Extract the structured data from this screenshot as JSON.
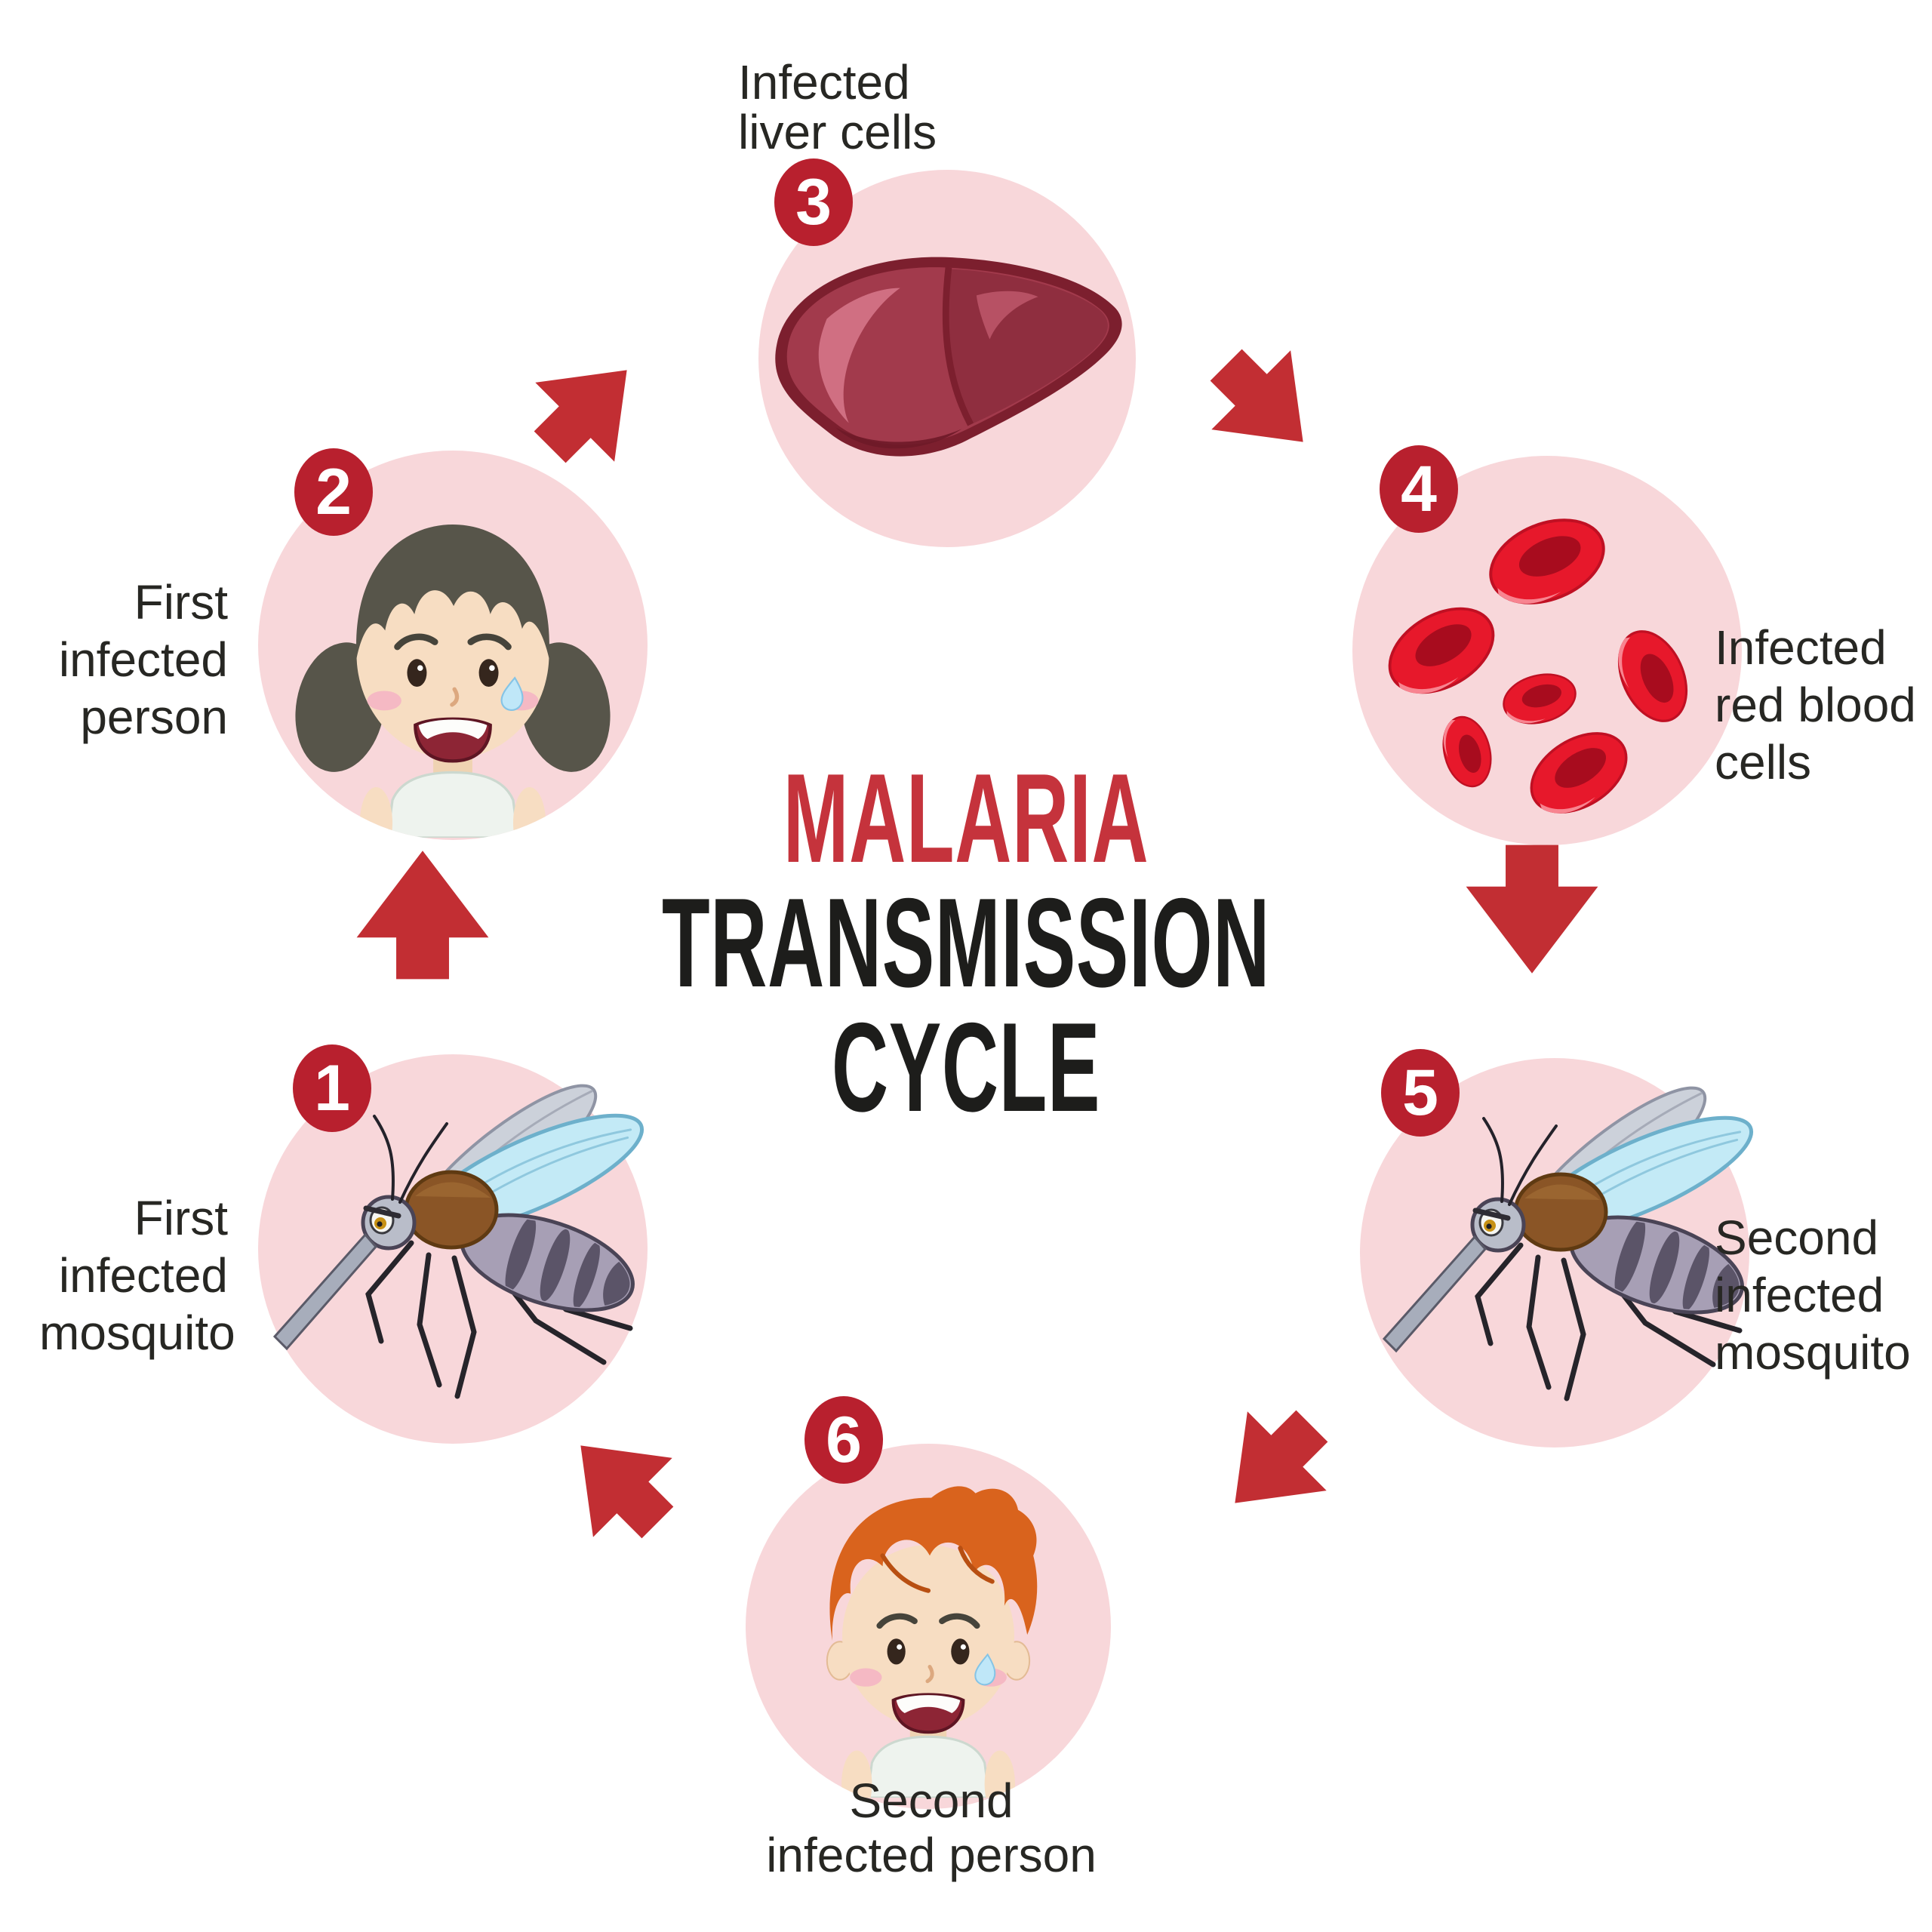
{
  "title": {
    "lines": [
      "MALARIA",
      "TRANSMISSION",
      "CYCLE"
    ]
  },
  "steps": [
    {
      "number": "1",
      "label_lines": [
        "First",
        "infected",
        "mosquito"
      ],
      "icon": "mosquito-icon"
    },
    {
      "number": "2",
      "label_lines": [
        "First",
        "infected",
        "person"
      ],
      "icon": "sick-girl-icon"
    },
    {
      "number": "3",
      "label_lines": [
        "Infected",
        "liver cells"
      ],
      "icon": "liver-icon"
    },
    {
      "number": "4",
      "label_lines": [
        "Infected",
        "red blood",
        "cells"
      ],
      "icon": "red-blood-cells-icon"
    },
    {
      "number": "5",
      "label_lines": [
        "Second",
        "infected",
        "mosquito"
      ],
      "icon": "mosquito-icon"
    },
    {
      "number": "6",
      "label_lines": [
        "Second",
        "infected person"
      ],
      "icon": "sick-boy-icon"
    }
  ],
  "colors": {
    "title_accent": "#c5333c",
    "title_text": "#1d1d1b",
    "badge_red": "#b8202e",
    "arrow_red": "#c22e33",
    "circle_pink": "#f8d7da",
    "label_text": "#272723"
  }
}
